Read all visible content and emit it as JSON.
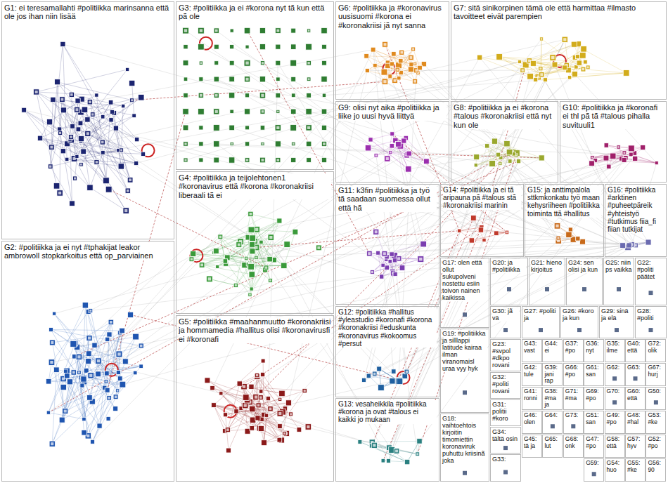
{
  "diagram": {
    "nodes": [
      {
        "text": [
          "G1: ei teresamallahti #politiikka marinsanna että ole jos ihan niin lisää"
        ]
      },
      {
        "text": [
          "G3: #politiikka ja ei #korona nyt tã kun että pã ole"
        ]
      },
      {
        "text": [
          "G6: #politiikka ja #koronavirus uusisuomi #korona ei #koronakriisi jã nyt sanna"
        ]
      },
      {
        "text": [
          "G7: sitä sinikorpinen tämä ole että harmittaa #ilmasto tavoitteet eivät parempien"
        ]
      },
      {
        "text": [
          "G9: olisi nyt aika #politiikka ja liike jo uusi hyvä liittyä"
        ]
      },
      {
        "text": [
          "G8: #politiikka ja ei #korona #talous #koronakriisi että nyt kun ole"
        ]
      },
      {
        "text": [
          "G10: #politiikka ja #koronafi ei thl pã tã #talous pihalla suvituuli1"
        ]
      },
      {
        "text": [
          "G4: #politiikka ja teijolehtonen1 #koronavirus että #korona #koronakriisi liberaali tã ei"
        ]
      },
      {
        "text": [
          "G11: k3fin #politiikka ja työ tã saadaan suomessa ollut että hã"
        ]
      },
      {
        "text": [
          "G14: #politiikka ja ei tã aripauna pã #talous stã #koronakriisi marinin"
        ]
      },
      {
        "text": [
          "G15: ja anttimpalola sttkmkonkatu työ maan kehysriiheen #politiikka toiminta ttã #hallitus"
        ]
      },
      {
        "text": [
          "G16: #politiikka #arktinen #puheetpäreik #yhteistyö #tutkimus fiia_fi fiian tutkijat"
        ]
      },
      {
        "text": [
          "G2: #politiikka ja ei nyt #tphakijat leakor ambrowoll stopkarkoitus että op_parviainen"
        ]
      },
      {
        "text": [
          "G5: #politiikka #maahanmuutto #koronakriisi ja hommamedia #hallitus olisi #koronavirusfi ei #koronafi"
        ]
      },
      {
        "text": [
          "G12: #politiikka #hallitus #yleastudio #koronafi #korona #koronakriisi #eduskunta #koronavirus #kokoomus #persut"
        ]
      },
      {
        "text": [
          "G17: olen että ollut sukupolveni nostettu esiin toivon nainen kaikissa"
        ]
      },
      {
        "text": [
          "G20: ja #politiikka"
        ]
      },
      {
        "text": [
          "G21: hieno kirjoitus"
        ]
      },
      {
        "text": [
          "G24: sen olisi ja kun"
        ]
      },
      {
        "text": [
          "G25: niin ps vaikka"
        ]
      },
      {
        "text": [
          "G22: #politi päätet"
        ]
      },
      {
        "text": [
          "G30: jã vä"
        ]
      },
      {
        "text": [
          "G27: #politi ja"
        ]
      },
      {
        "text": [
          "G26: #koro ja kun"
        ]
      },
      {
        "text": [
          "G29: sinä ja elä"
        ]
      },
      {
        "text": [
          "G28: #politi"
        ]
      },
      {
        "text": [
          "G19: #politiikka ja silllappi latitude kairaa ilman viranomaisl uraa vyy hyk"
        ]
      },
      {
        "text": [
          "G23: #svpol #dkpo rovani"
        ]
      },
      {
        "text": [
          "G43: vast"
        ]
      },
      {
        "text": [
          "G44: ei"
        ]
      },
      {
        "text": [
          "G37: #po"
        ]
      },
      {
        "text": [
          "G36: nyt"
        ]
      },
      {
        "text": [
          "G35: ilme"
        ]
      },
      {
        "text": [
          "G40: että"
        ]
      },
      {
        "text": [
          "G72: olik"
        ]
      },
      {
        "text": [
          "G32: #politi rovani"
        ]
      },
      {
        "text": [
          "G42: tule"
        ]
      },
      {
        "text": [
          "G39: jani rap"
        ]
      },
      {
        "text": [
          "G66: #po"
        ]
      },
      {
        "text": [
          "G61: san"
        ]
      },
      {
        "text": [
          "G62:"
        ]
      },
      {
        "text": [
          "G63:"
        ]
      },
      {
        "text": [
          "G67: hurj"
        ]
      },
      {
        "text": [
          "G13: vesaheikkila #politiikka #korona ja ovat #talous ei kaikki jo mukaan"
        ]
      },
      {
        "text": [
          "G31: politii #koro"
        ]
      },
      {
        "text": [
          "G41: ronni"
        ]
      },
      {
        "text": [
          "G38: #ma ja"
        ]
      },
      {
        "text": [
          "G71: #ma"
        ]
      },
      {
        "text": [
          "G69: #po"
        ]
      },
      {
        "text": [
          "G70:"
        ]
      },
      {
        "text": [
          "G60: että"
        ]
      },
      {
        "text": [
          "G50:"
        ]
      },
      {
        "text": [
          "G18: vaihtoehtois kirjoitin timomiettin koronaviruk puhuttu kriisinã joka"
        ]
      },
      {
        "text": [
          "G34: tältä osin"
        ]
      },
      {
        "text": [
          "G46: olen"
        ]
      },
      {
        "text": [
          "G64:"
        ]
      },
      {
        "text": [
          "G73:"
        ]
      },
      {
        "text": [
          "G51: san"
        ]
      },
      {
        "text": [
          "G49: #po"
        ]
      },
      {
        "text": [
          "G48: #hal"
        ]
      },
      {
        "text": [
          "G53: #ke"
        ]
      },
      {
        "text": [
          "G33:"
        ]
      },
      {
        "text": [
          "G45: tä ja"
        ]
      },
      {
        "text": [
          "G65: lut"
        ]
      },
      {
        "text": [
          "G68: onk"
        ]
      },
      {
        "text": [
          "G47: #po"
        ]
      },
      {
        "text": [
          "G58: että"
        ]
      },
      {
        "text": [
          "G57: hyv"
        ]
      },
      {
        "text": [
          "G52: #po"
        ]
      },
      {
        "text": [
          "G59:"
        ]
      },
      {
        "text": [
          "G54: huo"
        ]
      },
      {
        "text": [
          "G55: #ke"
        ]
      },
      {
        "text": [
          "G56: 90"
        ]
      }
    ]
  }
}
